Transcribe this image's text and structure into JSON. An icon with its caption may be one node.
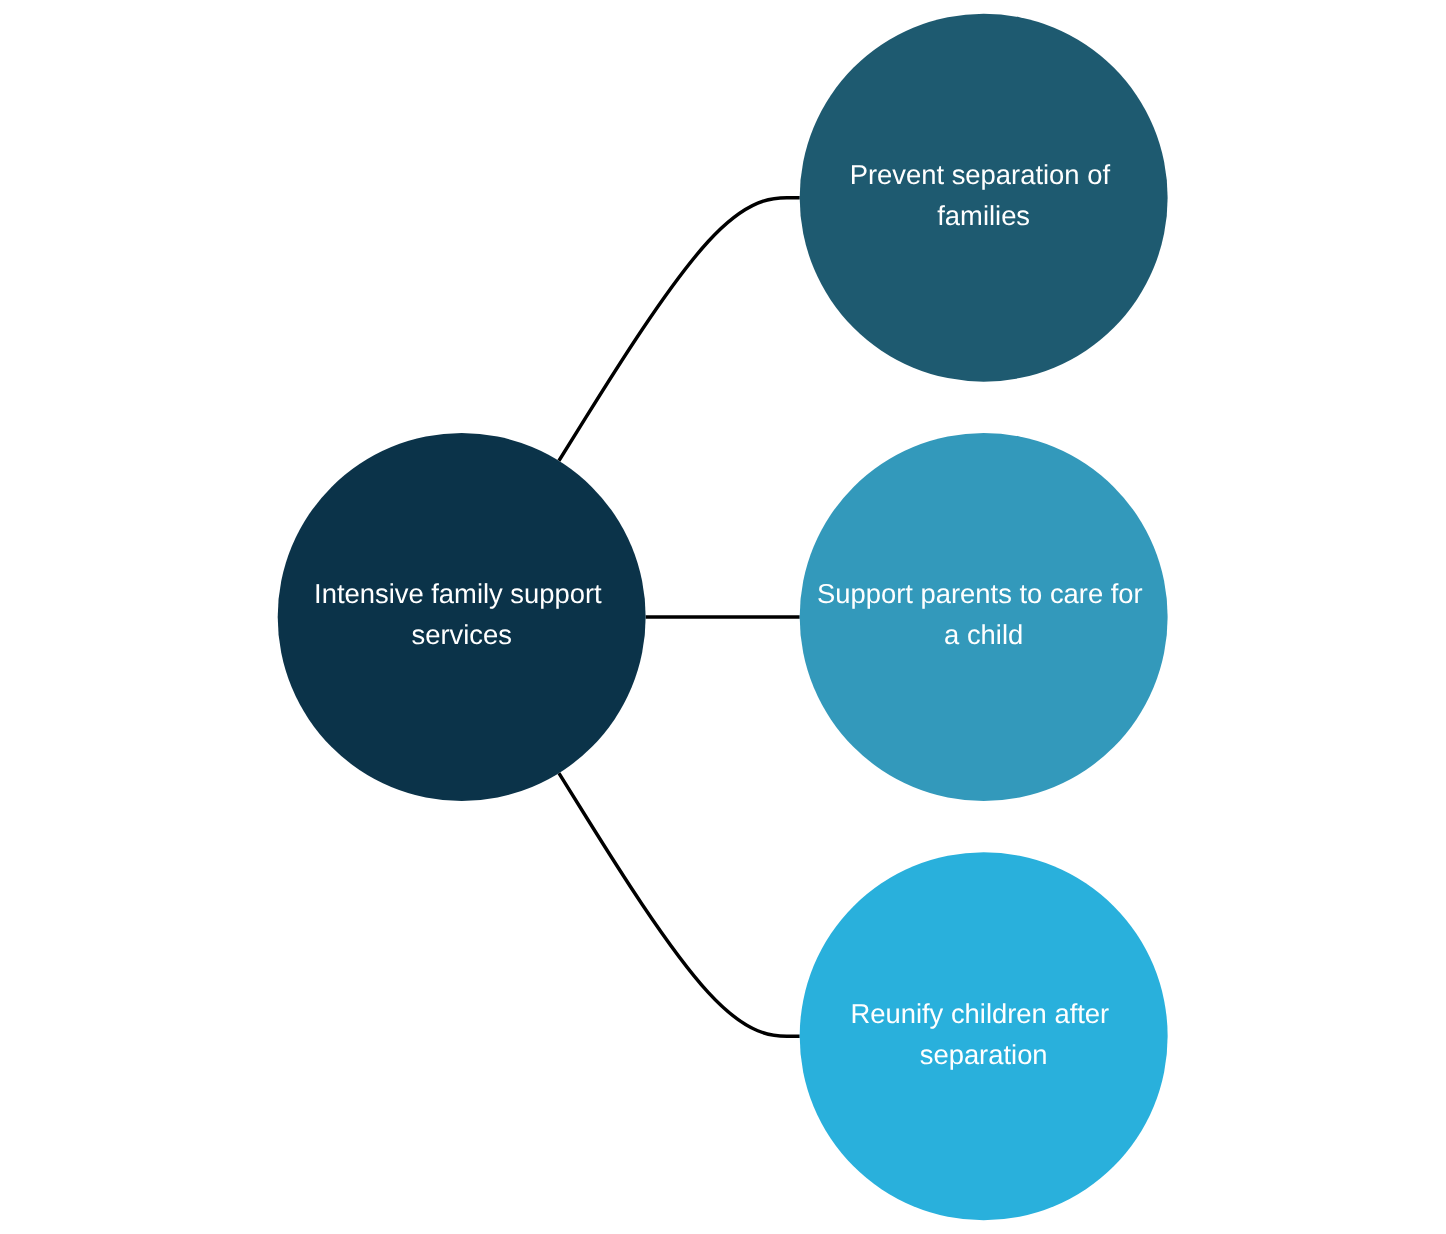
{
  "diagram": {
    "nodes": [
      {
        "text": [
          "Intensive family support services"
        ]
      },
      {
        "text": [
          "Prevent separation of families"
        ]
      },
      {
        "text": [
          "Support parents to care for a child"
        ]
      },
      {
        "text": [
          "Reunify children after separation"
        ]
      }
    ],
    "edges": [
      {
        "from": 0,
        "to": 1,
        "arrow": "none"
      },
      {
        "from": 0,
        "to": 2,
        "arrow": "none"
      },
      {
        "from": 0,
        "to": 3,
        "arrow": "none"
      }
    ]
  }
}
